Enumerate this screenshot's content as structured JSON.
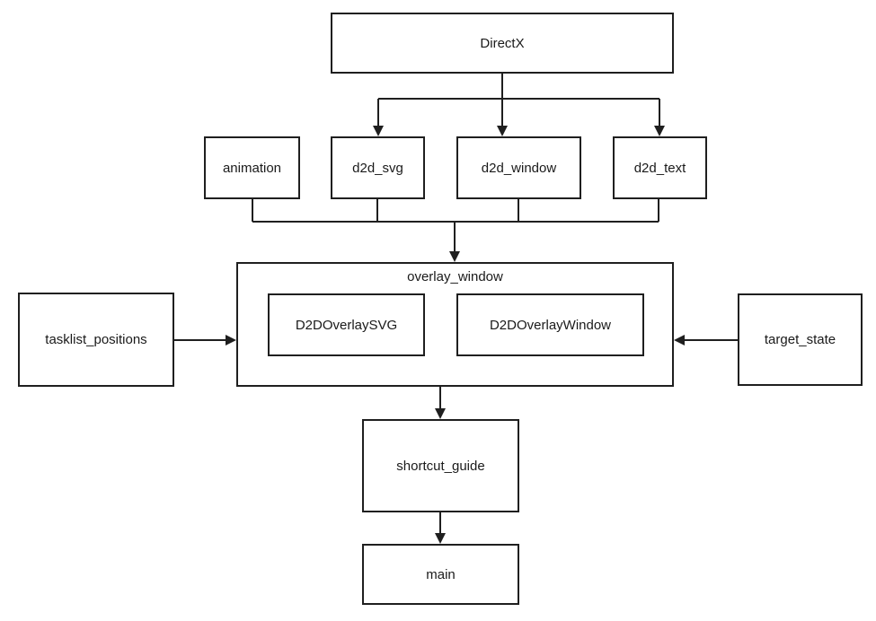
{
  "diagram": {
    "type": "dependency-flowchart",
    "colors": {
      "line": "#1f1f1f",
      "box_fill": "#ffffff",
      "text": "#1a1a1a",
      "background": "#ffffff"
    },
    "nodes": {
      "directx": {
        "label": "DirectX"
      },
      "animation": {
        "label": "animation"
      },
      "d2d_svg": {
        "label": "d2d_svg"
      },
      "d2d_window": {
        "label": "d2d_window"
      },
      "d2d_text": {
        "label": "d2d_text"
      },
      "overlay_window": {
        "label": "overlay_window"
      },
      "d2doverlaysvg": {
        "label": "D2DOverlaySVG"
      },
      "d2doverlaywindow": {
        "label": "D2DOverlayWindow"
      },
      "tasklist_positions": {
        "label": "tasklist_positions"
      },
      "target_state": {
        "label": "target_state"
      },
      "shortcut_guide": {
        "label": "shortcut_guide"
      },
      "main": {
        "label": "main"
      }
    },
    "edges": [
      {
        "from": "DirectX",
        "to": "d2d_svg",
        "arrow": "down"
      },
      {
        "from": "DirectX",
        "to": "d2d_window",
        "arrow": "down"
      },
      {
        "from": "DirectX",
        "to": "d2d_text",
        "arrow": "down"
      },
      {
        "from": "animation",
        "to": "overlay_window",
        "arrow": "down"
      },
      {
        "from": "d2d_svg",
        "to": "overlay_window",
        "arrow": "down"
      },
      {
        "from": "d2d_window",
        "to": "overlay_window",
        "arrow": "down"
      },
      {
        "from": "d2d_text",
        "to": "overlay_window",
        "arrow": "down"
      },
      {
        "from": "tasklist_positions",
        "to": "overlay_window",
        "arrow": "right"
      },
      {
        "from": "target_state",
        "to": "overlay_window",
        "arrow": "left"
      },
      {
        "from": "overlay_window",
        "to": "shortcut_guide",
        "arrow": "down"
      },
      {
        "from": "shortcut_guide",
        "to": "main",
        "arrow": "down"
      }
    ],
    "contains": [
      {
        "parent": "overlay_window",
        "children": [
          "D2DOverlaySVG",
          "D2DOverlayWindow"
        ]
      }
    ]
  }
}
